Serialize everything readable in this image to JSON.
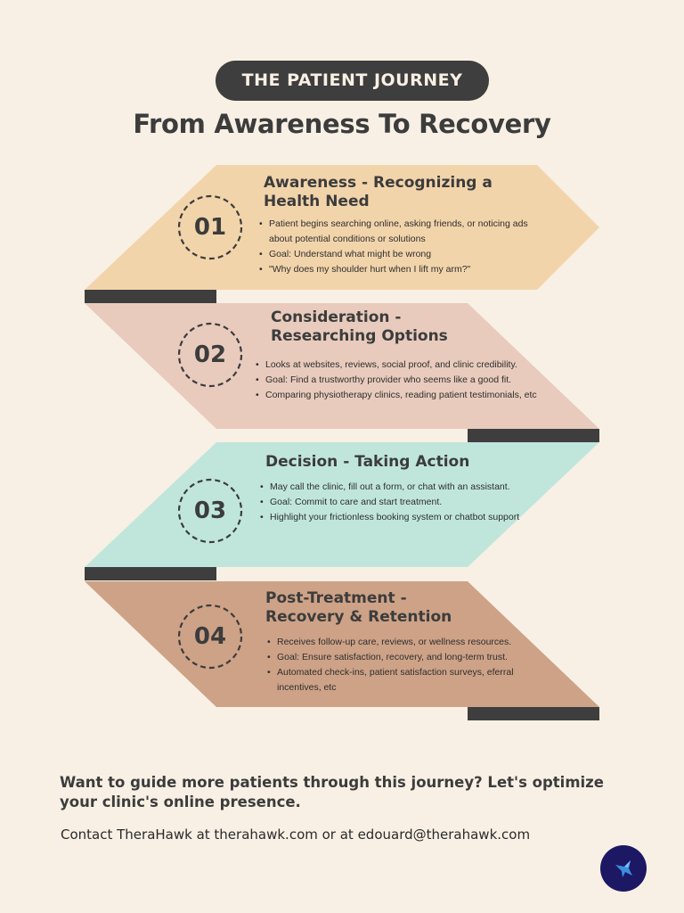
{
  "header": {
    "pill_label": "THE PATIENT JOURNEY",
    "title": "From Awareness To Recovery"
  },
  "steps": [
    {
      "number": "01",
      "title_lines": [
        "Awareness - Recognizing a",
        "Health Need"
      ],
      "bullets": [
        "Patient begins searching online, asking friends, or noticing ads about potential conditions or solutions",
        "Goal: Understand what might be wrong",
        "\"Why does my shoulder hurt when I lift my arm?\""
      ],
      "color": "#f2d4ab"
    },
    {
      "number": "02",
      "title_lines": [
        "Consideration -",
        "Researching Options"
      ],
      "bullets": [
        "Looks at websites, reviews, social proof, and clinic credibility.",
        "Goal: Find a trustworthy provider who seems like a good fit.",
        "Comparing physiotherapy clinics, reading patient testimonials, etc"
      ],
      "color": "#e8cbbd"
    },
    {
      "number": "03",
      "title_lines": [
        "Decision - Taking Action"
      ],
      "bullets": [
        "May call the clinic, fill out a form, or chat with an assistant.",
        "Goal: Commit to care and start treatment.",
        "Highlight your frictionless booking system or chatbot support"
      ],
      "color": "#c0e6dc"
    },
    {
      "number": "04",
      "title_lines": [
        "Post-Treatment -",
        "Recovery & Retention"
      ],
      "bullets": [
        "Receives follow-up care, reviews, or wellness resources.",
        "Goal: Ensure satisfaction, recovery, and long-term trust.",
        "Automated check-ins, patient satisfaction surveys, eferral incentives, etc"
      ],
      "color": "#cda287"
    }
  ],
  "cta": {
    "text": "Want to guide more patients through this journey? Let's optimize your clinic's online presence.",
    "contact": "Contact TheraHawk at therahawk.com or at edouard@therahawk.com"
  },
  "logo": {
    "icon": "hawk-icon",
    "background": "#1c1864"
  },
  "colors": {
    "background": "#f8f0e4",
    "dark": "#3e3e3e",
    "text": "#3c3c3c"
  }
}
